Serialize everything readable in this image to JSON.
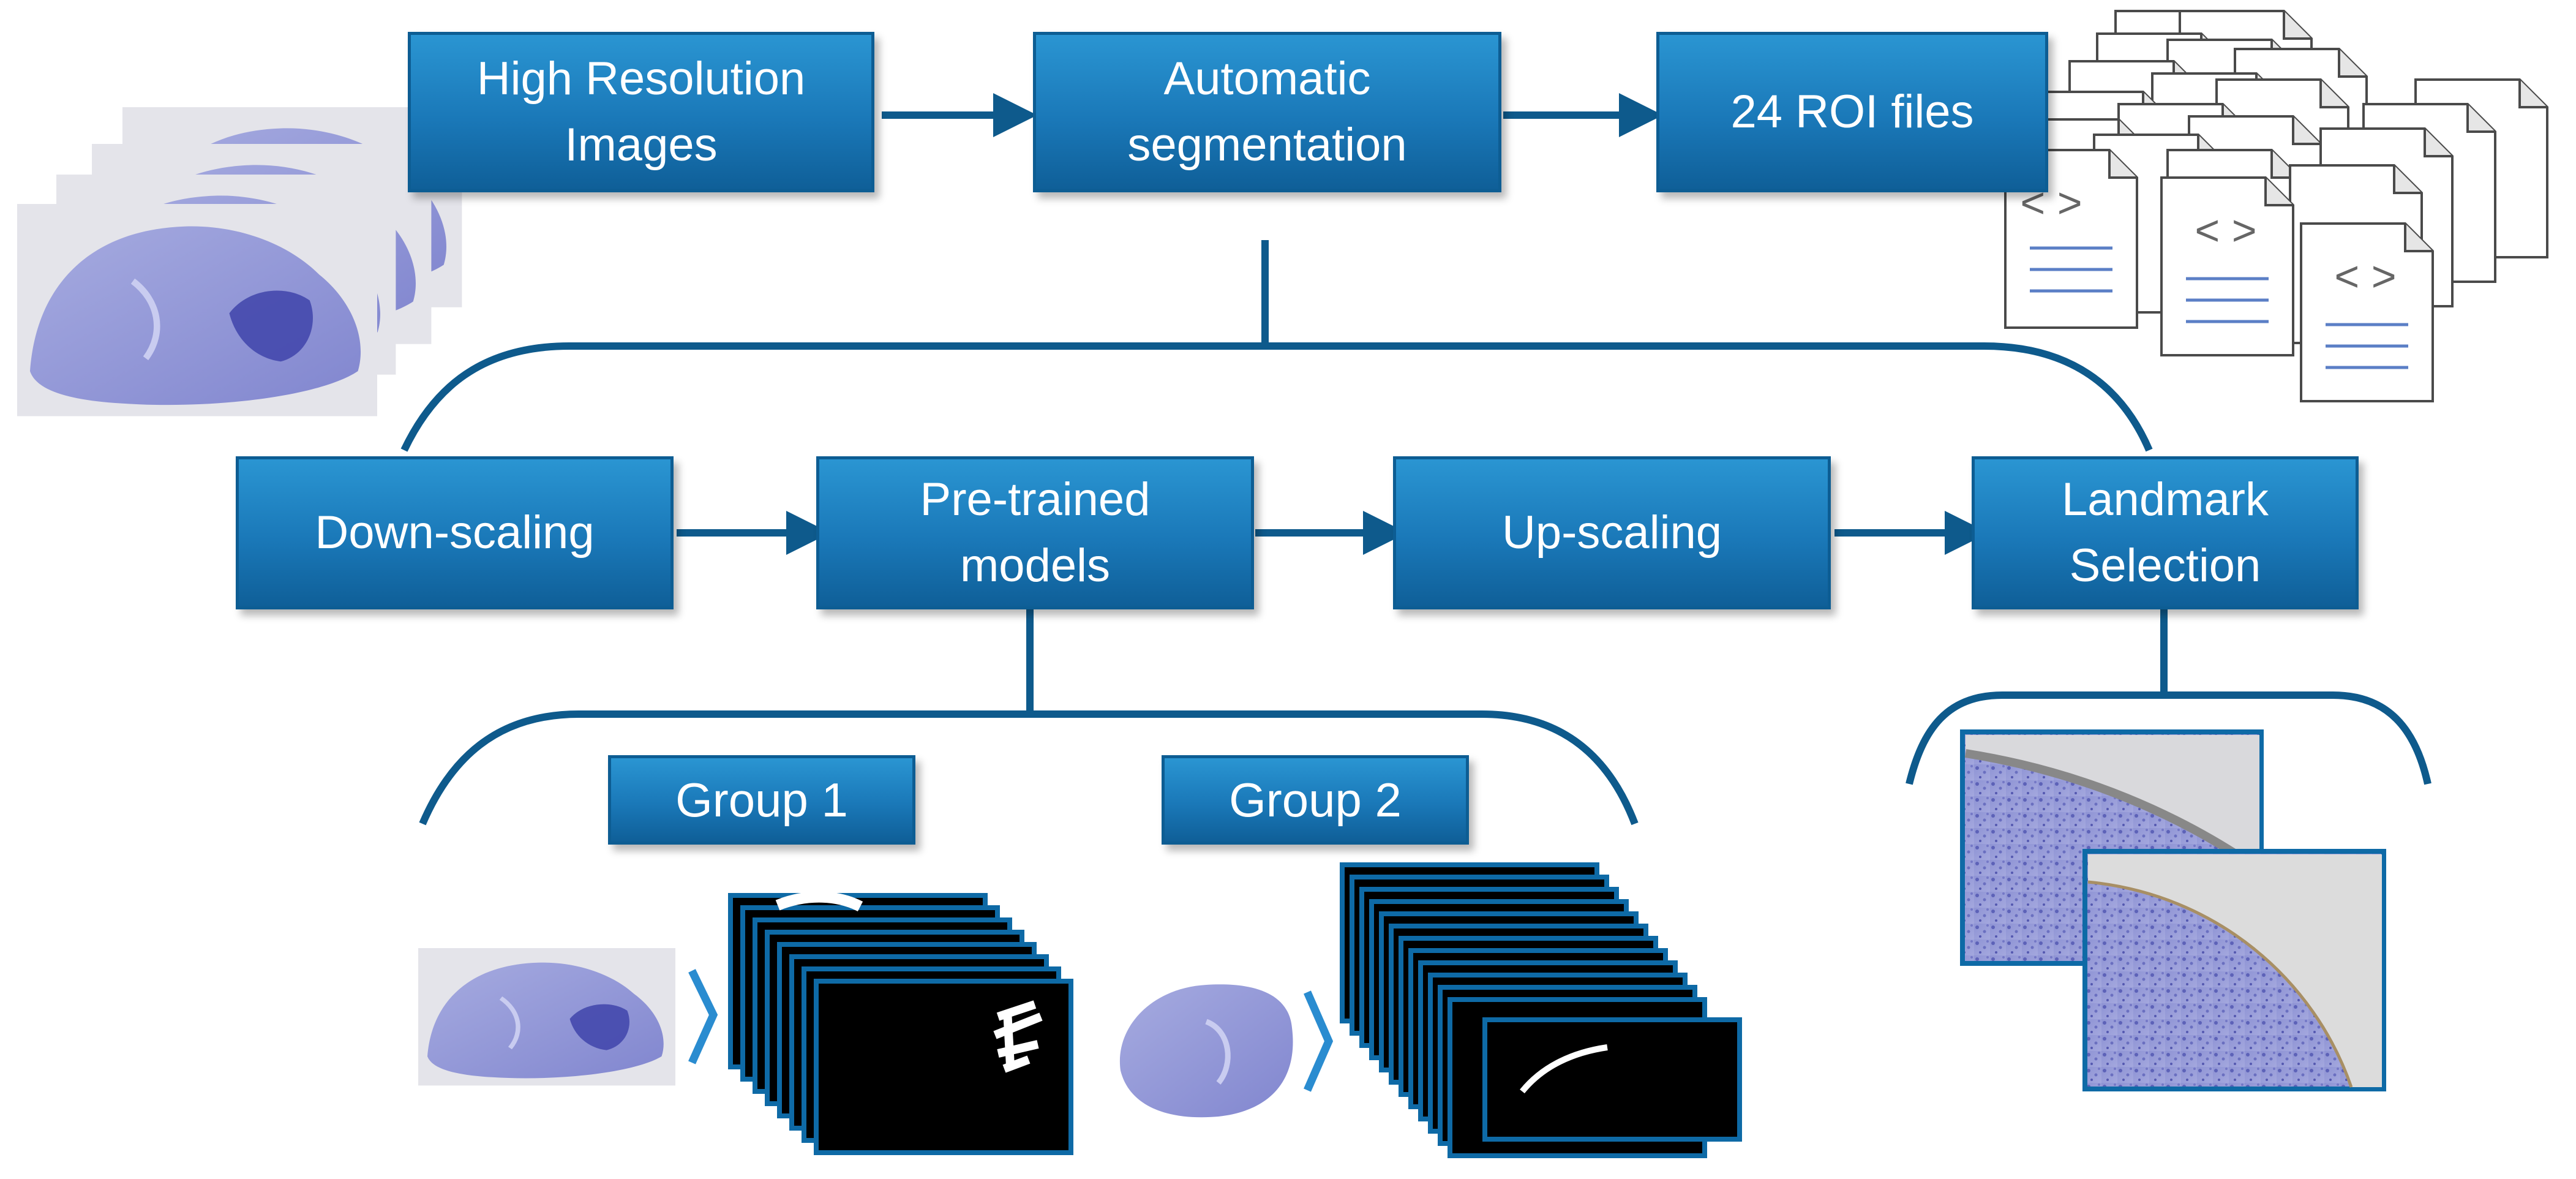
{
  "boxes": {
    "high_res": "High Resolution\nImages",
    "auto_seg": "Automatic\nsegmentation",
    "roi_files": "24 ROI files",
    "down_scaling": "Down-scaling",
    "pretrained": "Pre-trained\nmodels",
    "up_scaling": "Up-scaling",
    "landmark": "Landmark\nSelection",
    "group1": "Group 1",
    "group2": "Group 2"
  },
  "colors": {
    "box_top": "#2a95d2",
    "box_bottom": "#0f5f98",
    "connector": "#0e5a8c",
    "tissue": "#8f94d6",
    "tissue_dark": "#3a3fa8",
    "mask_bg": "#000000"
  }
}
